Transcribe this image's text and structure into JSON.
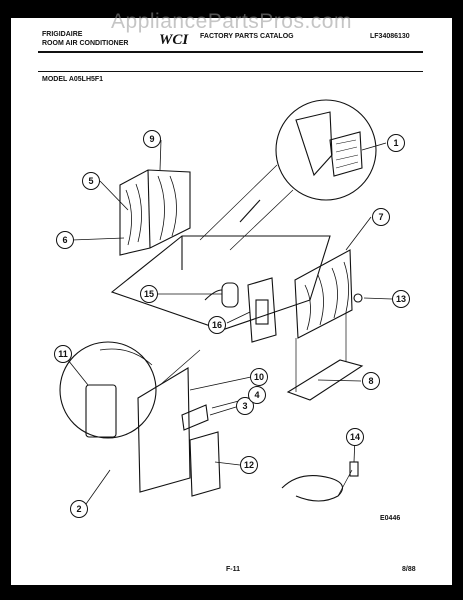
{
  "watermark": "AppliancePartsPros.com",
  "header": {
    "brand": "FRIGIDAIRE",
    "product": "ROOM AIR CONDITIONER",
    "catalog": "FACTORY PARTS CATALOG",
    "doc_number": "LF34086130",
    "model": "MODEL A05LH5F1",
    "logo_text": "WCI"
  },
  "callouts": [
    "1",
    "2",
    "3",
    "4",
    "5",
    "6",
    "7",
    "8",
    "9",
    "10",
    "11",
    "12",
    "13",
    "14",
    "15",
    "16"
  ],
  "footer": {
    "drawing_code": "E0446",
    "page": "F-11",
    "date": "8/88"
  },
  "colors": {
    "ink": "#111111",
    "paper": "#ffffff",
    "frame": "#000000",
    "watermark": "#969696"
  }
}
